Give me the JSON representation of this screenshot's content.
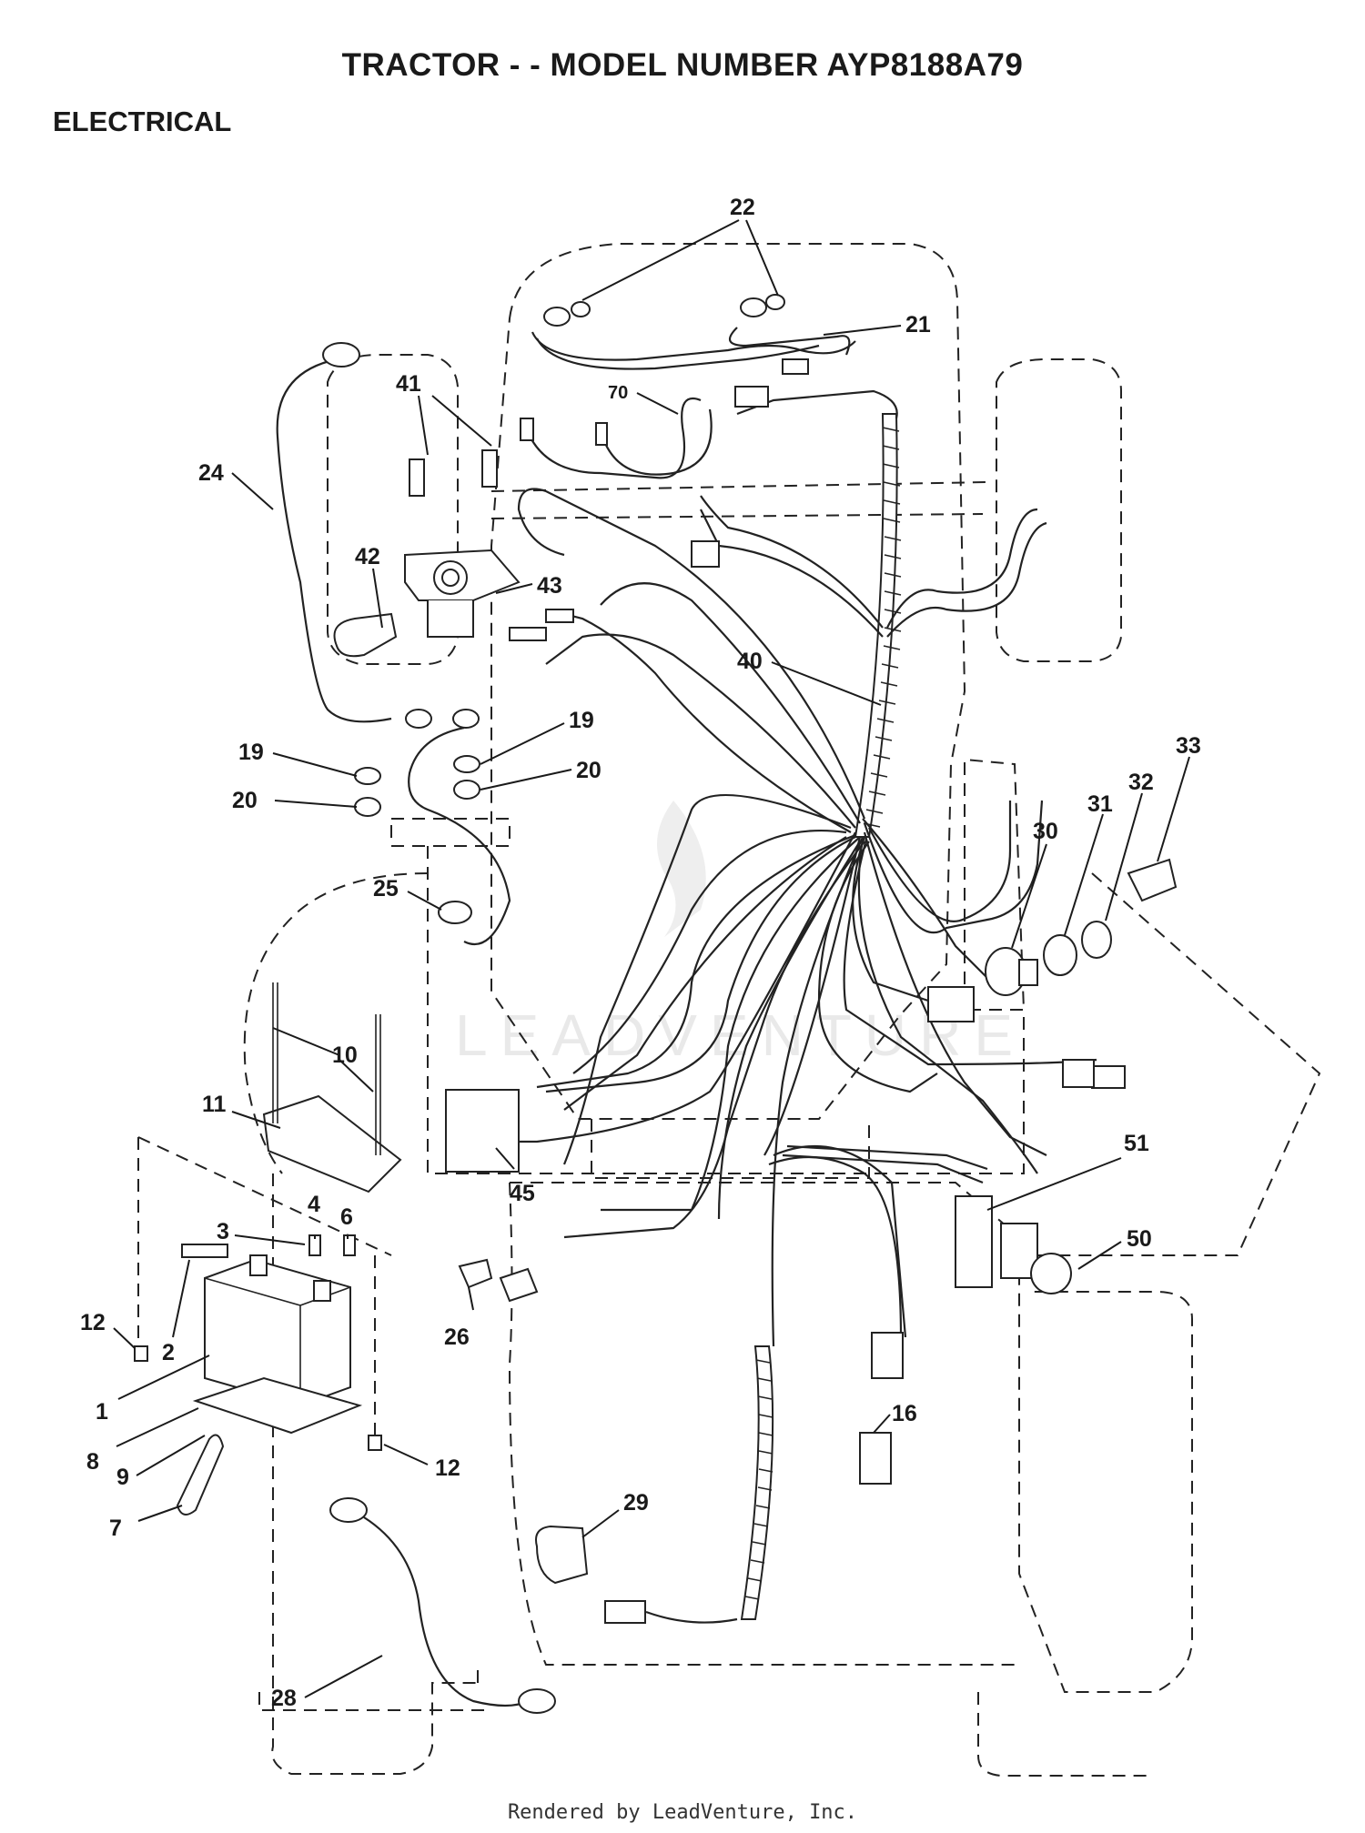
{
  "header": {
    "title": "TRACTOR - - MODEL NUMBER AYP8188A79",
    "section": "ELECTRICAL"
  },
  "watermark": "LEADVENTURE",
  "footer": "Rendered by LeadVenture, Inc.",
  "callouts": [
    "22",
    "21",
    "70",
    "41",
    "24",
    "42",
    "43",
    "40",
    "19",
    "20",
    "19",
    "20",
    "25",
    "33",
    "32",
    "31",
    "30",
    "10",
    "11",
    "45",
    "51",
    "50",
    "3",
    "4",
    "6",
    "2",
    "12",
    "1",
    "8",
    "9",
    "7",
    "26",
    "16",
    "12",
    "29",
    "28"
  ]
}
